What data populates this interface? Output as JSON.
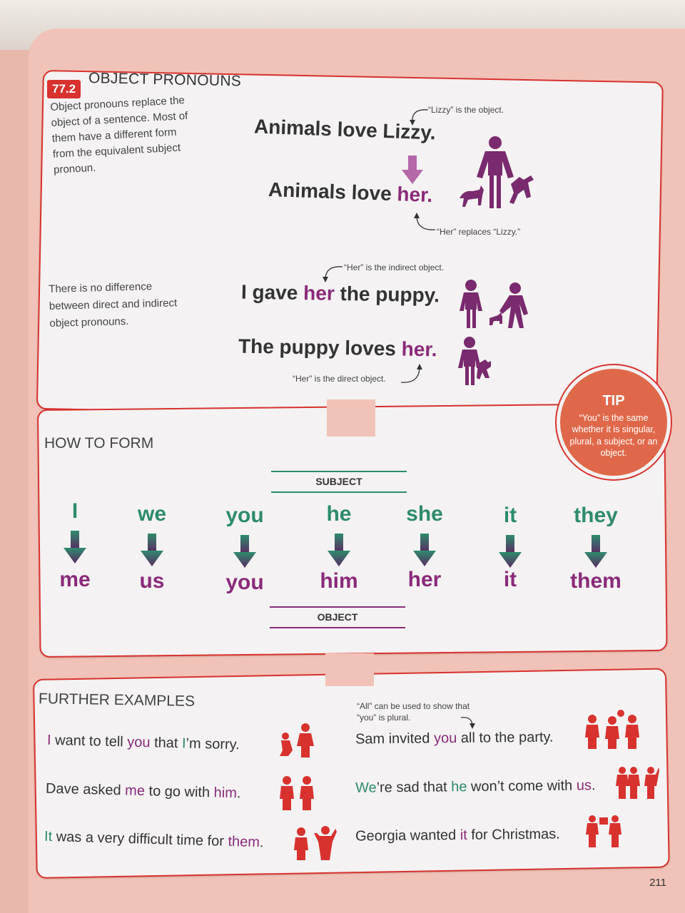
{
  "section": {
    "number": "77.2",
    "title": "OBJECT PRONOUNS"
  },
  "intro": "Object pronouns replace the object of a sentence. Most of them have a different form from the equivalent subject pronoun.",
  "example1": {
    "note_top": "“Lizzy” is the object.",
    "sentence1": "Animals love Lizzy.",
    "sentence2_a": "Animals love ",
    "sentence2_b": "her.",
    "note_bottom": "“Her” replaces “Lizzy.”"
  },
  "example2": {
    "side_text": "There is no difference between direct and indirect object pronouns.",
    "note_top": "“Her” is the indirect object.",
    "s1_a": "I gave ",
    "s1_b": "her",
    "s1_c": " the puppy.",
    "s2_a": "The puppy loves ",
    "s2_b": "her.",
    "note_bottom": "“Her” is the direct object."
  },
  "tip": {
    "title": "TIP",
    "text": "“You” is the same whether it is singular, plural, a subject, or an object."
  },
  "how_to_form": {
    "heading": "HOW TO FORM",
    "subject_label": "SUBJECT",
    "object_label": "OBJECT",
    "subjects": [
      "I",
      "we",
      "you",
      "he",
      "she",
      "it",
      "they"
    ],
    "objects": [
      "me",
      "us",
      "you",
      "him",
      "her",
      "it",
      "them"
    ]
  },
  "further": {
    "heading": "FURTHER EXAMPLES",
    "left": [
      {
        "parts": [
          "I",
          " want to tell ",
          "you",
          " that ",
          "I",
          "’m sorry."
        ]
      },
      {
        "parts": [
          "Dave asked ",
          "me",
          " to go with ",
          "him",
          "."
        ]
      },
      {
        "parts": [
          "It",
          " was a very difficult time for ",
          "them",
          "."
        ]
      }
    ],
    "right_note": "“All” can be used to show that “you” is plural.",
    "right": [
      {
        "parts": [
          "Sam invited ",
          "you",
          " all to the party."
        ]
      },
      {
        "parts": [
          "We",
          "’re sad that ",
          "he",
          " won’t come with ",
          "us",
          "."
        ]
      },
      {
        "parts": [
          "Georgia wanted ",
          "it",
          " for Christmas."
        ]
      }
    ]
  },
  "page_number": "211",
  "colors": {
    "accent_red": "#d8322f",
    "purple": "#8a2a7a",
    "green": "#2e8b6e",
    "page_bg": "#f1c3b8"
  }
}
